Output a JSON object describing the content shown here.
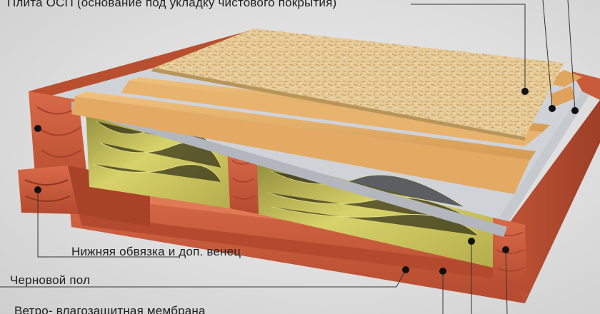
{
  "labels": {
    "osb_plate": "Плита ОСП (основание под укладку чистового покрытия)",
    "bottom_frame": "Нижняя обвязка и доп. венец",
    "subfloor": "Черновой пол",
    "membrane": "Ветро- влагозащитная мембрана"
  },
  "colors": {
    "timber": "#c85a3a",
    "insulation": "#c9c35a",
    "osb": "#e3c48e",
    "board": "#e6b46a",
    "membrane": "#bfc3c8"
  }
}
